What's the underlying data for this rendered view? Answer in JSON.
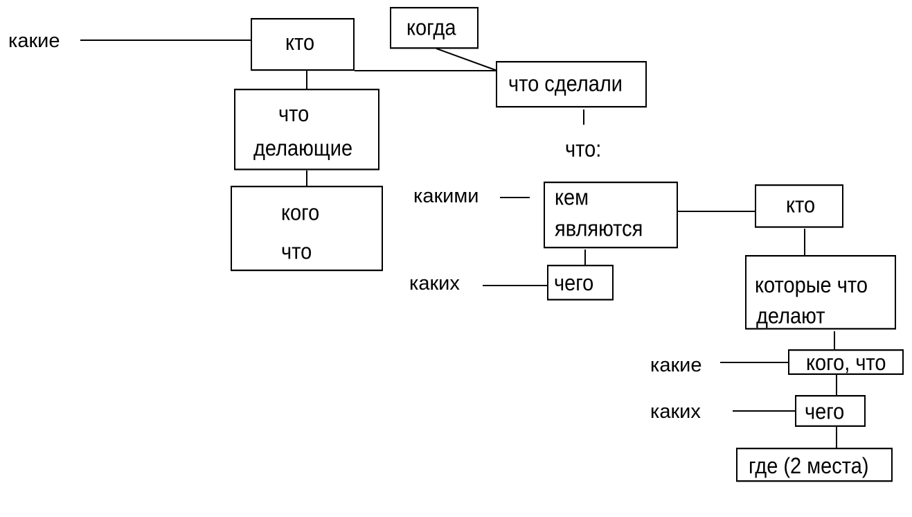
{
  "diagram": {
    "line_color": "#000000",
    "background": "#ffffff",
    "nodes": {
      "kto_main": "кто",
      "kogda": "когда",
      "chto_sdelali": "что сделали",
      "chto_delayushchie_1": "что",
      "chto_delayushchie_2": "делающие",
      "kogo_chto_1": "кого",
      "kogo_chto_2": "что",
      "chto_colon": "что:",
      "kem_1": "кем",
      "kem_2": "являются",
      "kto_right": "кто",
      "chego_1": "чего",
      "kotorye_1": "которые что",
      "kotorye_2": "делают",
      "kogo_chto_right": "кого, что",
      "chego_2": "чего",
      "gde": "где (2 места)"
    },
    "labels": {
      "kakie_left": "какие",
      "kakimi": "какими",
      "kakih_1": "каких",
      "kakie_right": "какие",
      "kakih_2": "каких"
    }
  }
}
